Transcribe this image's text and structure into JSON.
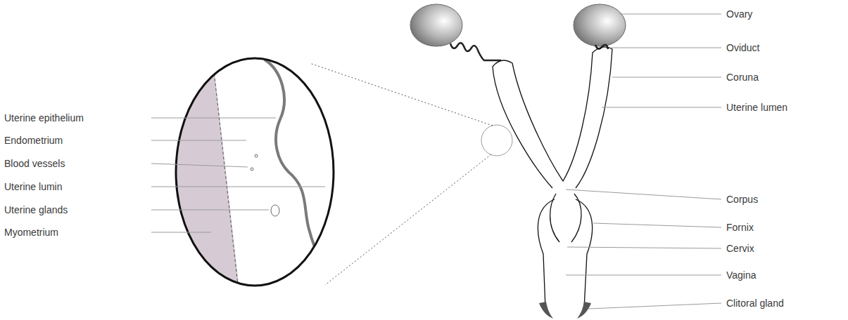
{
  "diagram": {
    "labels": [
      "Uterine epithelium",
      "Endometrium",
      "Blood vessels",
      "Uterine lumin",
      "Uterine glands",
      "Myometrium",
      "Ovary",
      "Oviduct",
      "Coruna",
      "Uterine lumen",
      "Corpus",
      "Fornix",
      "Cervix",
      "Vagina",
      "Clitoral gland"
    ]
  }
}
